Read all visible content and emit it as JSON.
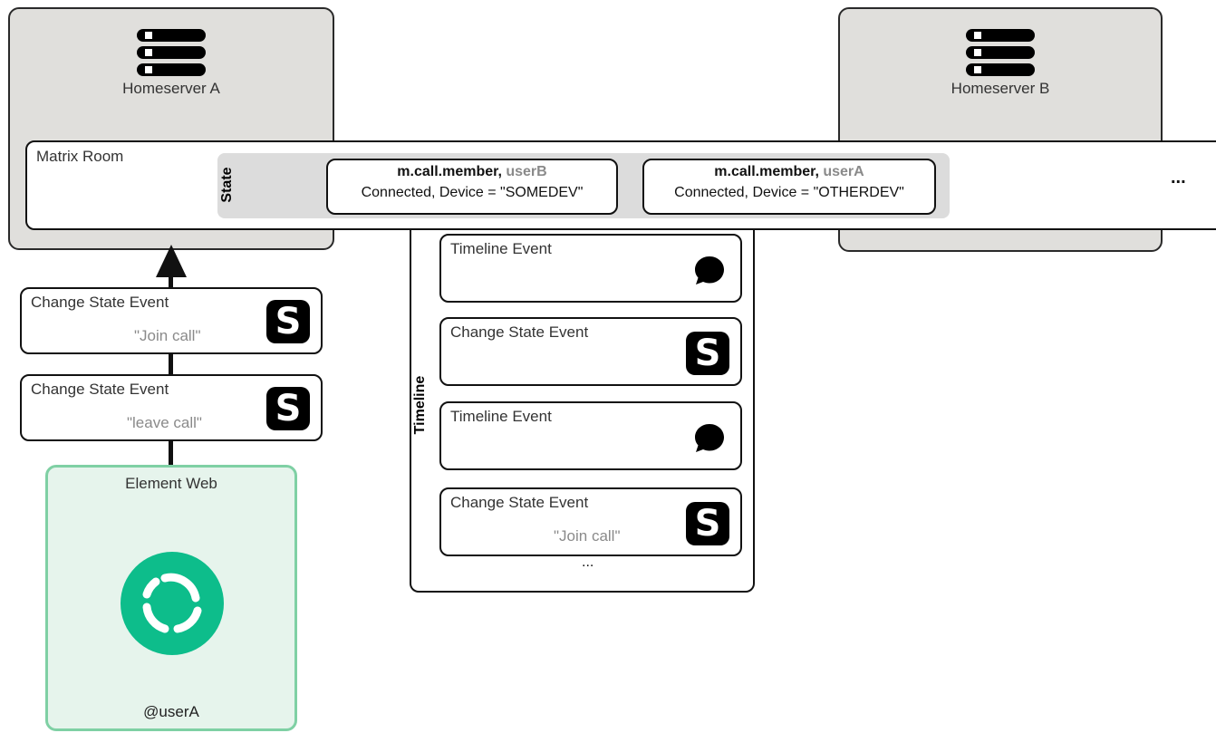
{
  "homeservers": {
    "a": {
      "label": "Homeserver A",
      "icon": "server-stack-icon"
    },
    "b": {
      "label": "Homeserver B",
      "icon": "server-stack-icon"
    }
  },
  "room": {
    "label": "Matrix Room",
    "state_label": "State",
    "more": "...",
    "members": [
      {
        "title": "m.call.member,",
        "user": "userB",
        "detail": "Connected, Device = \"SOMEDEV\""
      },
      {
        "title": "m.call.member,",
        "user": "userA",
        "detail": "Connected, Device = \"OTHERDEV\""
      }
    ]
  },
  "client_events": [
    {
      "title": "Change State Event",
      "quote": "\"Join call\"",
      "icon": "state-s-icon"
    },
    {
      "title": "Change State Event",
      "quote": "\"leave call\"",
      "icon": "state-s-icon"
    }
  ],
  "timeline": {
    "label": "Timeline",
    "more": "...",
    "events": [
      {
        "title": "Timeline Event",
        "quote": "",
        "icon": "chat-bubble-icon"
      },
      {
        "title": "Change State Event",
        "quote": "",
        "icon": "state-s-icon"
      },
      {
        "title": "Timeline Event",
        "quote": "",
        "icon": "chat-bubble-icon"
      },
      {
        "title": "Change State Event",
        "quote": "\"Join call\"",
        "icon": "state-s-icon"
      }
    ]
  },
  "client": {
    "title": "Element Web",
    "user": "@userA",
    "logo": "element-logo-icon",
    "accent": "#0dbd8b"
  },
  "icon_glyphs": {
    "state": "S"
  }
}
